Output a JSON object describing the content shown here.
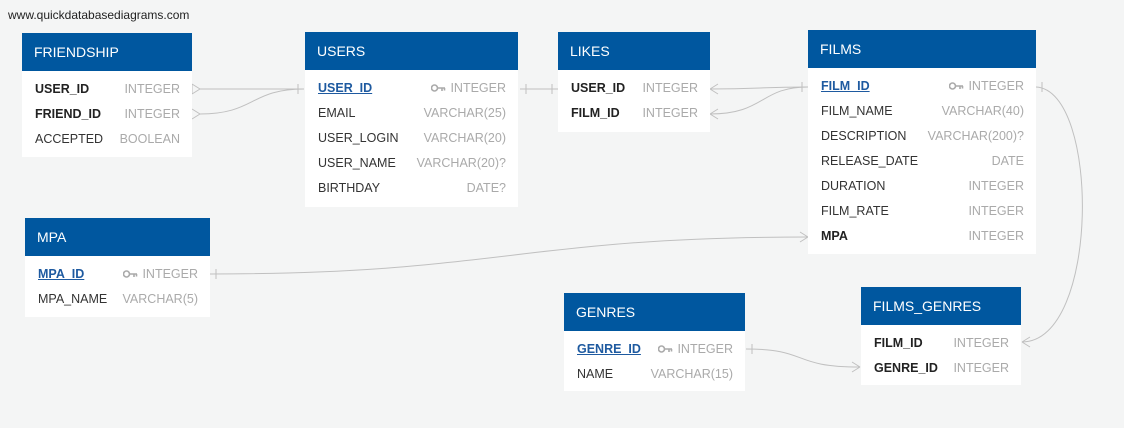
{
  "watermark": "www.quickdatabasediagrams.com",
  "colors": {
    "header": "#00579f",
    "pk_text": "#1e5aa0",
    "type_text": "#aaaaaa",
    "line": "#c0c0c0"
  },
  "tables": {
    "friendship": {
      "name": "FRIENDSHIP",
      "fields": [
        {
          "name": "USER_ID",
          "type": "INTEGER"
        },
        {
          "name": "FRIEND_ID",
          "type": "INTEGER"
        },
        {
          "name": "ACCEPTED",
          "type": "BOOLEAN"
        }
      ]
    },
    "users": {
      "name": "USERS",
      "fields": [
        {
          "name": "USER_ID",
          "type": "INTEGER"
        },
        {
          "name": "EMAIL",
          "type": "VARCHAR(25)"
        },
        {
          "name": "USER_LOGIN",
          "type": "VARCHAR(20)"
        },
        {
          "name": "USER_NAME",
          "type": "VARCHAR(20)?"
        },
        {
          "name": "BIRTHDAY",
          "type": "DATE?"
        }
      ]
    },
    "likes": {
      "name": "LIKES",
      "fields": [
        {
          "name": "USER_ID",
          "type": "INTEGER"
        },
        {
          "name": "FILM_ID",
          "type": "INTEGER"
        }
      ]
    },
    "films": {
      "name": "FILMS",
      "fields": [
        {
          "name": "FILM_ID",
          "type": "INTEGER"
        },
        {
          "name": "FILM_NAME",
          "type": "VARCHAR(40)"
        },
        {
          "name": "DESCRIPTION",
          "type": "VARCHAR(200)?"
        },
        {
          "name": "RELEASE_DATE",
          "type": "DATE"
        },
        {
          "name": "DURATION",
          "type": "INTEGER"
        },
        {
          "name": "FILM_RATE",
          "type": "INTEGER"
        },
        {
          "name": "MPA",
          "type": "INTEGER"
        }
      ]
    },
    "mpa": {
      "name": "MPA",
      "fields": [
        {
          "name": "MPA_ID",
          "type": "INTEGER"
        },
        {
          "name": "MPA_NAME",
          "type": "VARCHAR(5)"
        }
      ]
    },
    "genres": {
      "name": "GENRES",
      "fields": [
        {
          "name": "GENRE_ID",
          "type": "INTEGER"
        },
        {
          "name": "NAME",
          "type": "VARCHAR(15)"
        }
      ]
    },
    "films_genres": {
      "name": "FILMS_GENRES",
      "fields": [
        {
          "name": "FILM_ID",
          "type": "INTEGER"
        },
        {
          "name": "GENRE_ID",
          "type": "INTEGER"
        }
      ]
    }
  }
}
